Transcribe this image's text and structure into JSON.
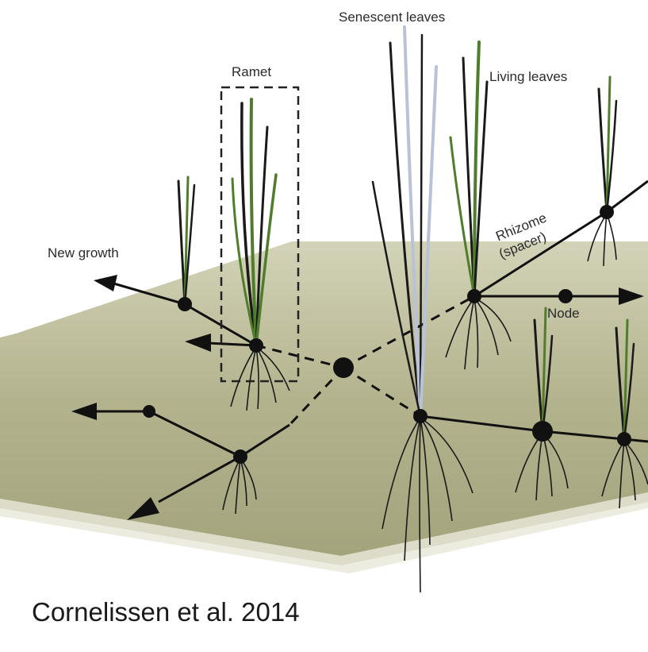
{
  "labels": {
    "senescent_leaves": "Senescent leaves",
    "living_leaves": "Living leaves",
    "ramet": "Ramet",
    "new_growth": "New growth",
    "rhizome": "Rhizome",
    "spacer": "(spacer)",
    "node": "Node"
  },
  "citation": "Cornelissen et al. 2014",
  "colors": {
    "ground_top": "#c9c9a8",
    "ground_mid": "#a9a982",
    "ground_edge": "#e6e6d6",
    "living_leaf": "#4f7d2c",
    "senescent_leaf": "#b9c2d6",
    "line": "#111111"
  }
}
